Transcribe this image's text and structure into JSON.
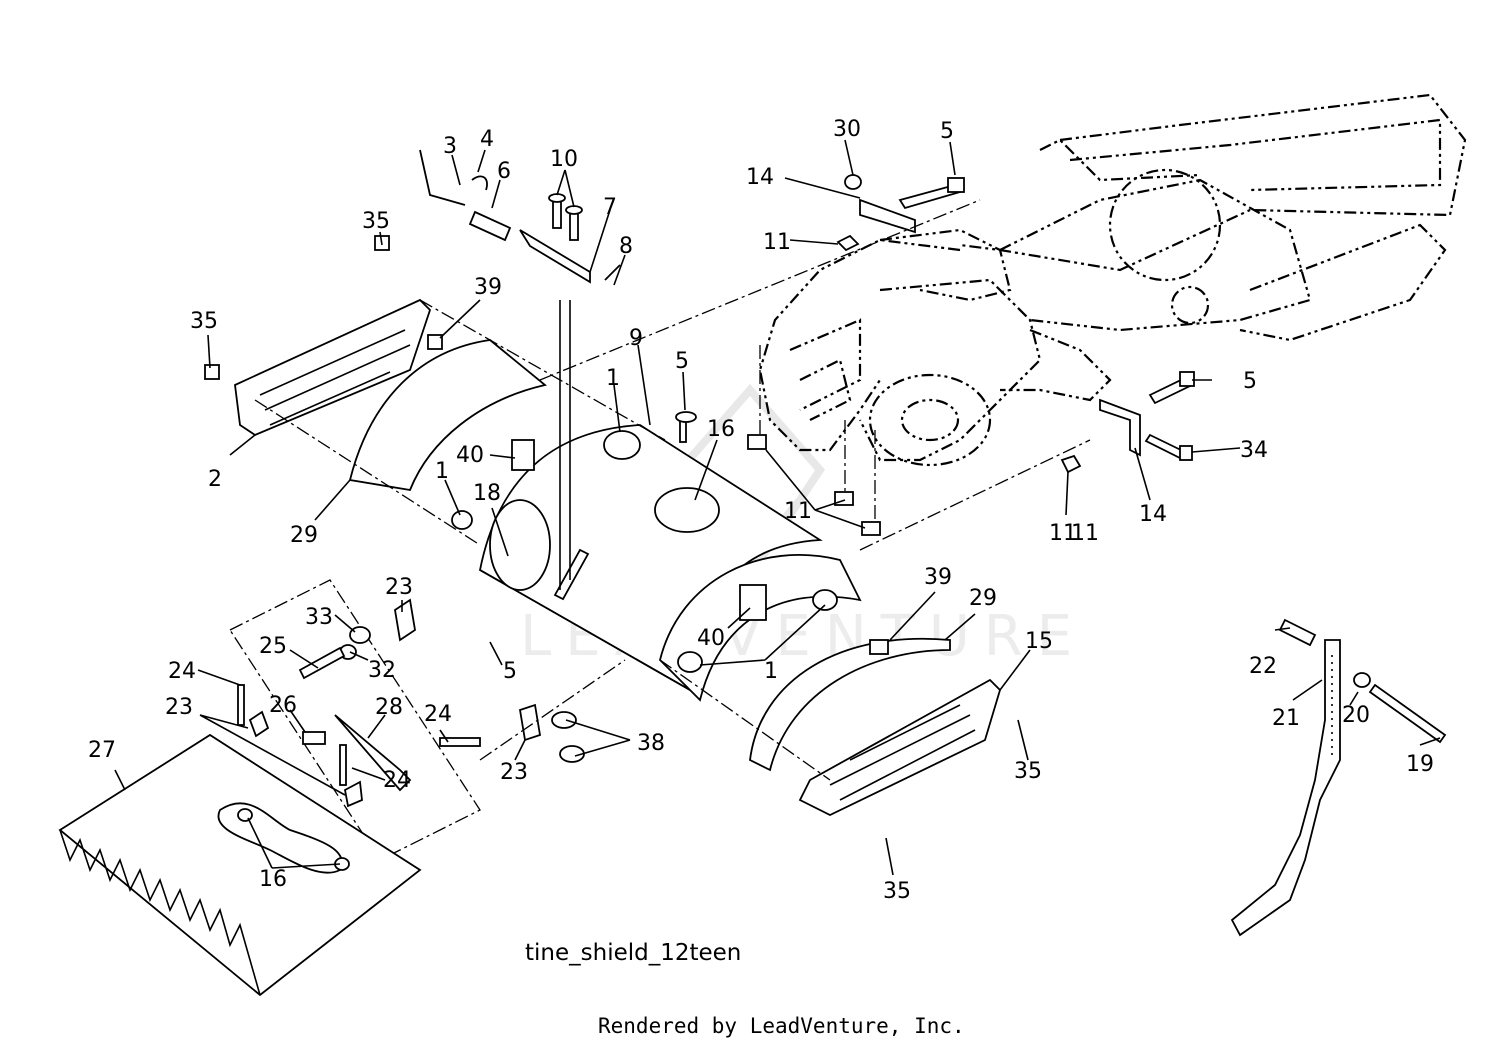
{
  "caption": "tine_shield_12teen",
  "footer": "Rendered by LeadVenture, Inc.",
  "watermark": "LEADVENTURE",
  "callouts": [
    "30",
    "5",
    "14",
    "11",
    "3",
    "4",
    "6",
    "10",
    "7",
    "8",
    "35",
    "39",
    "35",
    "9",
    "5",
    "16",
    "2",
    "40",
    "1",
    "11",
    "5",
    "34",
    "11",
    "14",
    "11",
    "1",
    "18",
    "29",
    "23",
    "33",
    "39",
    "29",
    "25",
    "32",
    "40",
    "15",
    "5",
    "1",
    "24",
    "22",
    "21",
    "20",
    "26",
    "28",
    "24",
    "23",
    "24",
    "38",
    "19",
    "23",
    "27",
    "35",
    "35",
    "16"
  ]
}
